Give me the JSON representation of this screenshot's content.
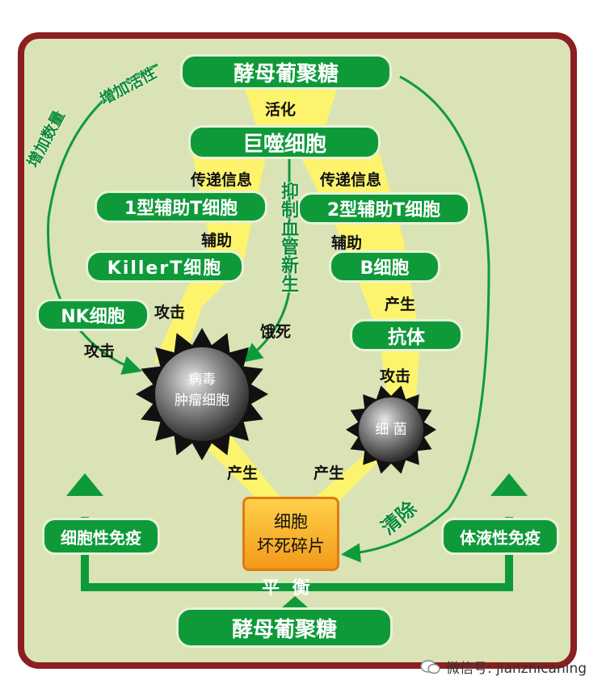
{
  "nodes": {
    "top": "酵母葡聚糖",
    "macrophage": "巨噬细胞",
    "th1": "1型辅助T细胞",
    "th2": "2型辅助T细胞",
    "killer": "KillerT细胞",
    "bcell": "B细胞",
    "nk": "NK细胞",
    "antibody": "抗体",
    "bottom": "酵母葡聚糖"
  },
  "labels": {
    "activate": "活化",
    "transmit_left": "传递信息",
    "transmit_right": "传递信息",
    "assist_left": "辅助",
    "assist_right": "辅助",
    "attack_killer": "攻击",
    "attack_nk": "攻击",
    "attack_antibody": "攻击",
    "starve": "饿死",
    "produce_bcell": "产生",
    "produce_left": "产生",
    "produce_right": "产生",
    "inhibit": "抑制血管新生",
    "increase_activity": "增加活性",
    "increase_count": "增加数量",
    "clear": "清除",
    "balance": "平 衡"
  },
  "cells": {
    "virus_line1": "病毒",
    "virus_line2": "肿瘤细胞",
    "bacteria": "细 菌"
  },
  "debris": {
    "line1": "细胞",
    "line2": "坏死碎片"
  },
  "immunity": {
    "cellular": "细胞性免疫",
    "humoral": "体液性免疫"
  },
  "watermark": "微信号: jianzhicaning",
  "colors": {
    "frame": "#8c1f1f",
    "background": "#d9e3b5",
    "node": "#0f9a3a",
    "highlight": "#fff46a",
    "debris": "#f5b02a"
  }
}
